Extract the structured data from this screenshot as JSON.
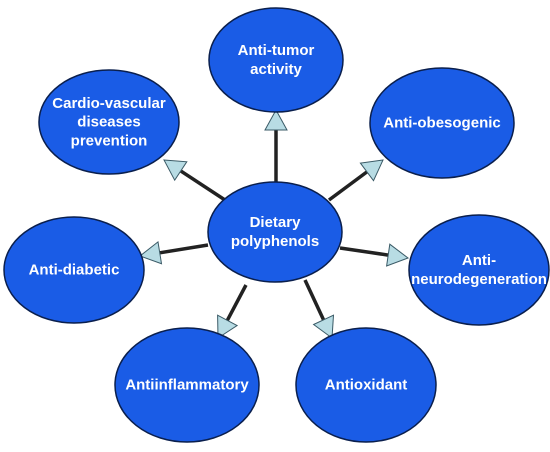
{
  "diagram": {
    "center": {
      "lines": [
        "Dietary",
        "polyphenols"
      ]
    },
    "nodes": [
      {
        "id": "anti-tumor",
        "lines": [
          "Anti-tumor",
          "activity"
        ]
      },
      {
        "id": "anti-obesogenic",
        "lines": [
          "Anti-obesogenic"
        ]
      },
      {
        "id": "anti-neurodegeneration",
        "lines": [
          "Anti-",
          "neurodegeneration"
        ]
      },
      {
        "id": "antioxidant",
        "lines": [
          "Antioxidant"
        ]
      },
      {
        "id": "antiinflammatory",
        "lines": [
          "Antiinflammatory"
        ]
      },
      {
        "id": "anti-diabetic",
        "lines": [
          "Anti-diabetic"
        ]
      },
      {
        "id": "cardio-vascular",
        "lines": [
          "Cardio-vascular",
          "diseases",
          "prevention"
        ]
      }
    ]
  },
  "colors": {
    "node_fill": "#1a5ce6",
    "node_stroke": "#0a1f4d",
    "node_text": "#ffffff",
    "connector": "#222222",
    "arrowhead_fill": "#b8dce4",
    "arrowhead_stroke": "#3a5a66",
    "background": "#ffffff"
  }
}
